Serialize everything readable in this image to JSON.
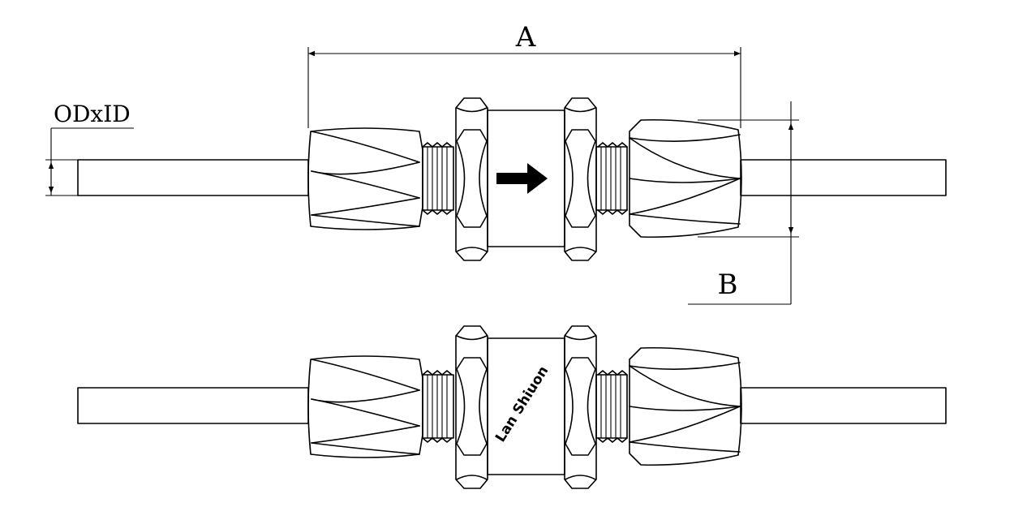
{
  "labels": {
    "dim_a": "A",
    "dim_b": "B",
    "od_id": "ODxID"
  },
  "brand": "Lan Shiuon",
  "flow_direction": "left-to-right"
}
